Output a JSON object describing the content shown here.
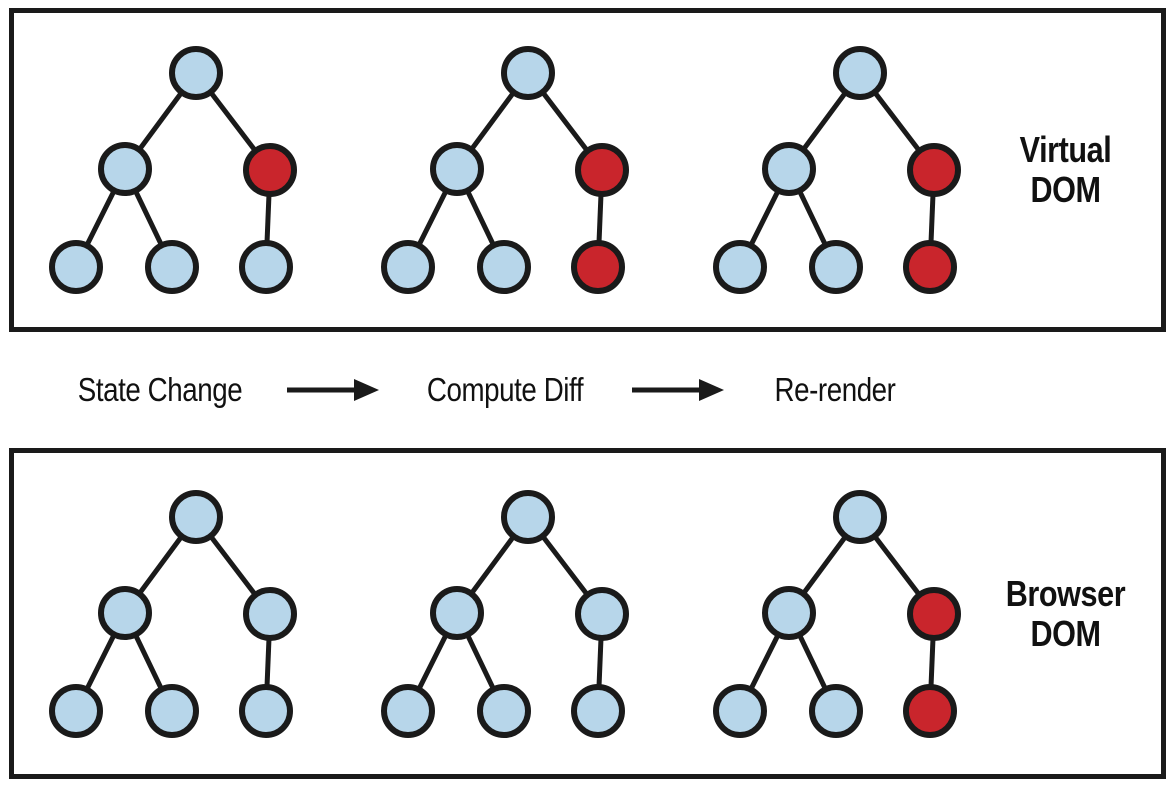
{
  "colors": {
    "node_blue": "#b7d6ea",
    "node_red": "#c9252c",
    "outline": "#1a1a1a",
    "background": "#ffffff"
  },
  "panels": [
    {
      "id": "virtual-dom",
      "label": "Virtual DOM",
      "label_lines": [
        "Virtual",
        "DOM"
      ],
      "trees": [
        {
          "nodes": [
            "blue",
            "blue",
            "red",
            "blue",
            "blue",
            "blue"
          ]
        },
        {
          "nodes": [
            "blue",
            "blue",
            "red",
            "blue",
            "blue",
            "red"
          ]
        },
        {
          "nodes": [
            "blue",
            "blue",
            "red",
            "blue",
            "blue",
            "red"
          ]
        }
      ]
    },
    {
      "id": "browser-dom",
      "label": "Browser DOM",
      "label_lines": [
        "Browser",
        "DOM"
      ],
      "trees": [
        {
          "nodes": [
            "blue",
            "blue",
            "blue",
            "blue",
            "blue",
            "blue"
          ]
        },
        {
          "nodes": [
            "blue",
            "blue",
            "blue",
            "blue",
            "blue",
            "blue"
          ]
        },
        {
          "nodes": [
            "blue",
            "blue",
            "red",
            "blue",
            "blue",
            "red"
          ]
        }
      ]
    }
  ],
  "process": {
    "steps": [
      {
        "label": "State Change"
      },
      {
        "label": "Compute Diff"
      },
      {
        "label": "Re-render"
      }
    ]
  }
}
